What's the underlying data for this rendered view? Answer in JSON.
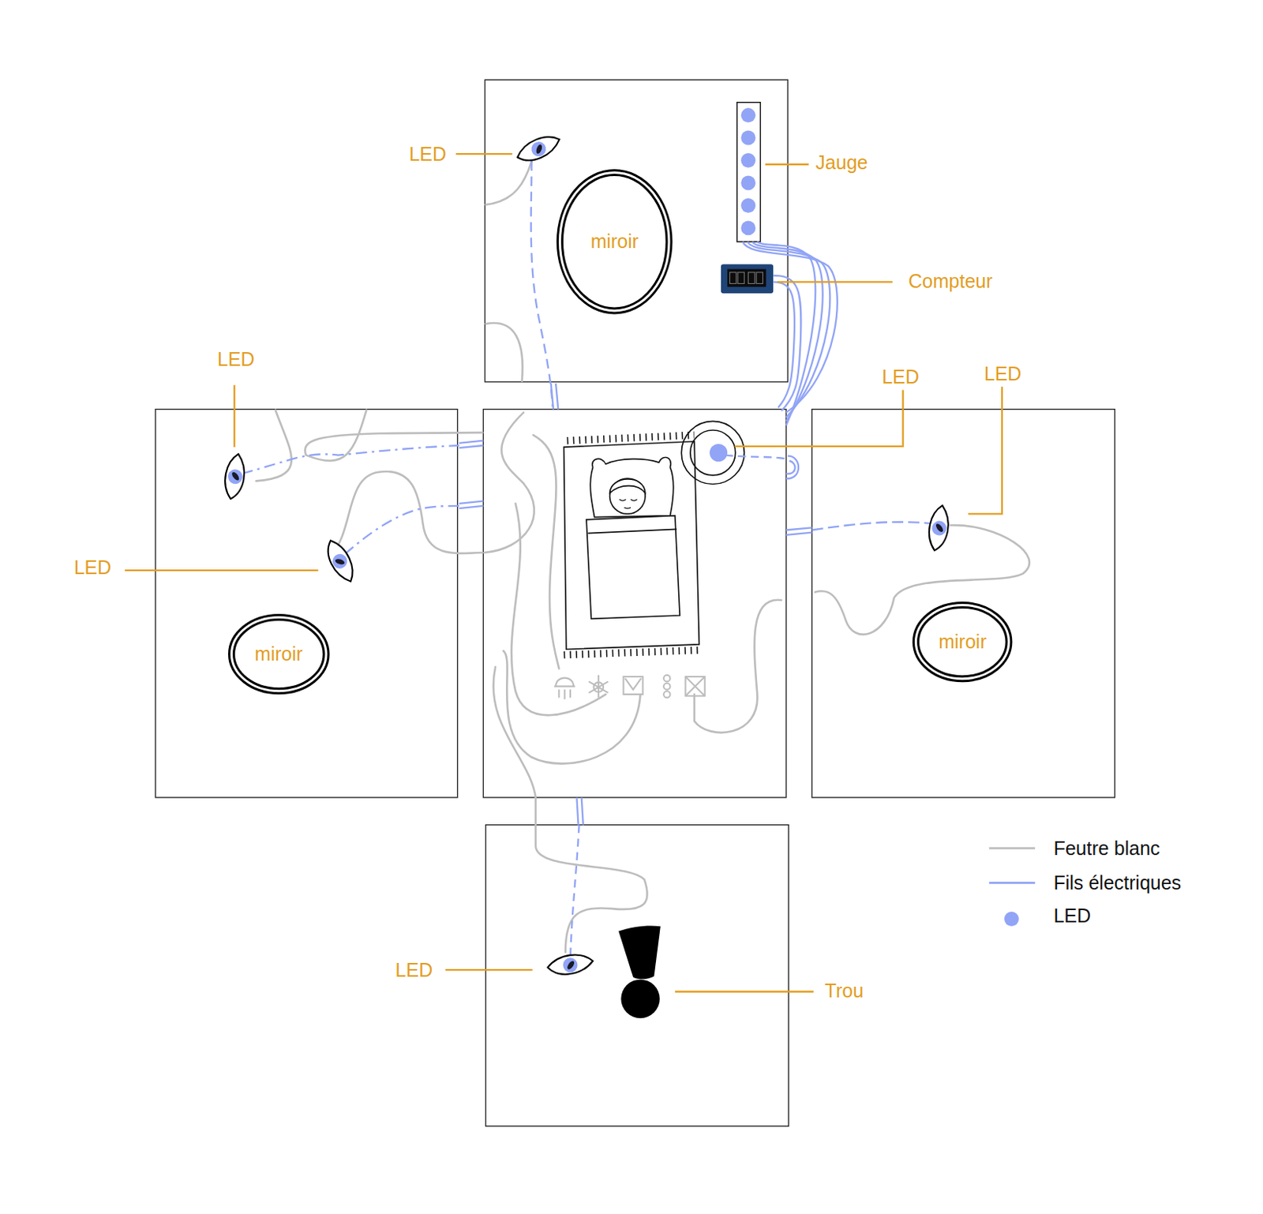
{
  "diagram": {
    "nodes": [
      {
        "text": [
          "miroir"
        ]
      },
      {
        "text": [
          "miroir"
        ]
      },
      {
        "text": [
          "miroir"
        ]
      }
    ],
    "labels": [
      "LED",
      "Jauge",
      "Compteur",
      "LED",
      "LED",
      "LED",
      "LED",
      "LED",
      "Trou"
    ],
    "legend": [
      {
        "text": "Feutre blanc"
      },
      {
        "text": "Fils électriques"
      },
      {
        "text": "LED",
        "color": "#91a4f6"
      }
    ]
  }
}
